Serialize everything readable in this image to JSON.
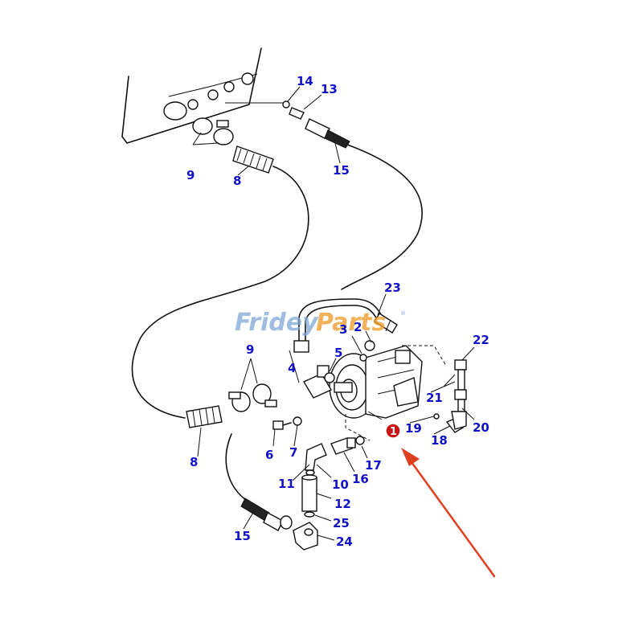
{
  "watermark": {
    "part1": "Fridey",
    "part2": "Parts",
    "mark": "®"
  },
  "highlight_marker": {
    "label": "1",
    "fill": "#cc1111"
  },
  "arrow_color": "#e04020",
  "label_color": "#1212c8",
  "callouts": {
    "c14": "14",
    "c13": "13",
    "c15a": "15",
    "c9a": "9",
    "c8a": "8",
    "c23": "23",
    "c3": "3",
    "c2": "2",
    "c22": "22",
    "c5": "5",
    "c9b": "9",
    "c4": "4",
    "c21": "21",
    "c20": "20",
    "c19": "19",
    "c18": "18",
    "c6": "6",
    "c7": "7",
    "c17": "17",
    "c16": "16",
    "c11": "11",
    "c10": "10",
    "c12": "12",
    "c8b": "8",
    "c25": "25",
    "c15b": "15",
    "c24": "24"
  }
}
